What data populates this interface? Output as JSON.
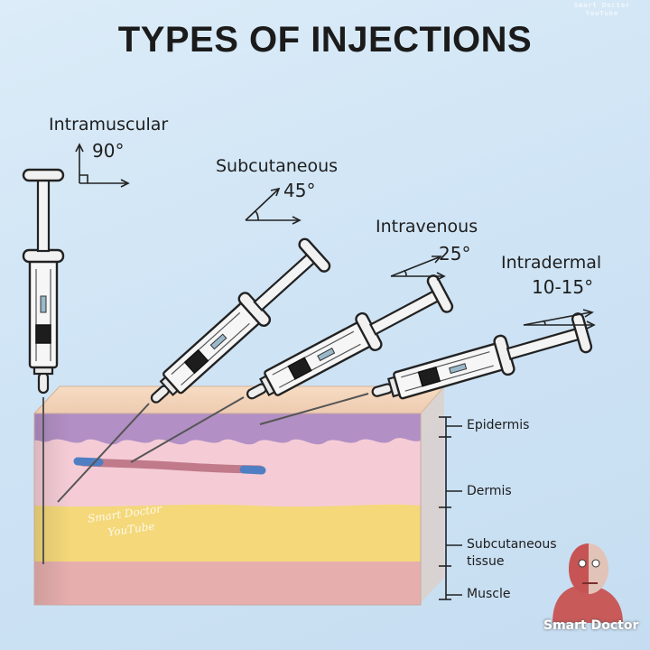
{
  "title": "TYPES OF INJECTIONS",
  "watermark_top": [
    "Smart Doctor",
    "YouTube"
  ],
  "injections": [
    {
      "name": "Intramuscular",
      "angle": "90°"
    },
    {
      "name": "Subcutaneous",
      "angle": "45°"
    },
    {
      "name": "Intravenous",
      "angle": "25°"
    },
    {
      "name": "Intradermal",
      "angle": "10-15°"
    }
  ],
  "layers": [
    {
      "label": "Epidermis"
    },
    {
      "label": "Dermis"
    },
    {
      "label": "Subcutaneous tissue"
    },
    {
      "label": "Muscle"
    }
  ],
  "watermark_center": [
    "Smart Doctor",
    "YouTube"
  ],
  "watermark_logo": "Smart Doctor",
  "colors": {
    "background": "#d6e8f6",
    "epidermis": "#b28fc4",
    "dermis": "#f5ccd6",
    "subcutaneous": "#f4d87a",
    "muscle": "#e7aeae",
    "vein": "#c07a8a",
    "syringe": "#f3f3f3"
  }
}
